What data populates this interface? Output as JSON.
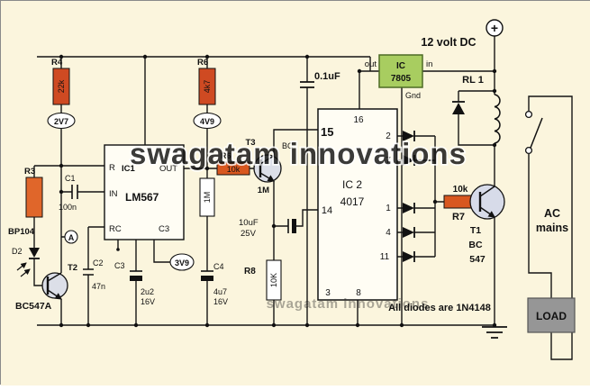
{
  "watermark": {
    "text": "swagatam innovations"
  },
  "note_diodes": "All diodes are 1N4148",
  "power": {
    "supply": "12 volt DC",
    "plus": "+",
    "regulator": {
      "line1": "IC",
      "line2": "7805",
      "out": "out",
      "in": "in",
      "gnd": "Gnd"
    },
    "accent_green": "#a8cd60"
  },
  "relay": {
    "label": "RL 1"
  },
  "switch_load": {
    "load": "LOAD",
    "ac_line1": "AC",
    "ac_line2": "mains"
  },
  "ic1": {
    "ref": "IC1",
    "part": "LM567",
    "pin_r": "R",
    "pin_in": "IN",
    "pin_rc": "RC",
    "pin_out": "OUT",
    "pin_c": "C3"
  },
  "ic2": {
    "ref": "IC 2",
    "part": "4017",
    "p16": "16",
    "p15": "15",
    "p14": "14",
    "p2": "2",
    "p7": "7",
    "p1": "1",
    "p4": "4",
    "p11": "11",
    "p3": "3",
    "p8": "8"
  },
  "resistors": {
    "r3_ref": "R3",
    "r4_ref": "R4",
    "r4_val": "22k",
    "r6a_ref": "R6",
    "r6a_val": "4k7",
    "r6b_ref": "R6",
    "r6b_val": "10k",
    "r5_val": "1M",
    "rt3_val": "1M",
    "r7_ref": "R7",
    "r7_val": "10k",
    "r8_ref": "R8",
    "r8_val": "10K",
    "accent_orange": "#d8571f"
  },
  "capacitors": {
    "c1_ref": "C1",
    "c1_val": "100n",
    "c2_ref": "C2",
    "c2_val": "47n",
    "c3_ref": "C3",
    "c3_val": "2u2",
    "c3_v": "16V",
    "c4_ref": "C4",
    "c4_val": "4u7",
    "c4_v": "16V",
    "c5_val": "0.1uF",
    "c6_val": "10uF",
    "c6_v": "25V"
  },
  "semis": {
    "t1_ref": "T1",
    "t1_part1": "BC",
    "t1_part2": "547",
    "t2_ref": "T2",
    "t2_part": "BC547A",
    "t3_ref": "T3",
    "t3_part": "BC",
    "d2_ref": "D2",
    "d2_part": "BP104"
  },
  "testpoints": {
    "tp1": "2V7",
    "tp2": "4V9",
    "tp3": "3V9",
    "tpa": "A"
  }
}
